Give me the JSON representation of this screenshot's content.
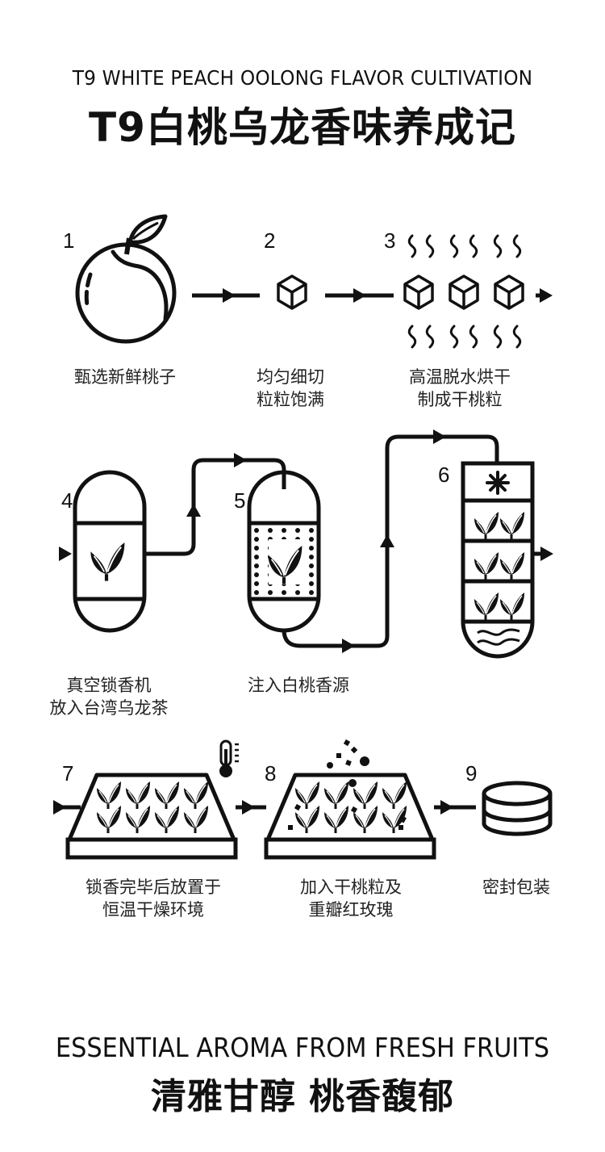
{
  "header": {
    "subtitle_en": "T9 WHITE PEACH OOLONG FLAVOR CULTIVATION",
    "title_zh": "T9白桃乌龙香味养成记"
  },
  "steps": [
    {
      "number": "1",
      "caption_line1": "甄选新鲜桃子",
      "caption_line2": "",
      "icon": "peach-icon"
    },
    {
      "number": "2",
      "caption_line1": "均匀细切",
      "caption_line2": "粒粒饱满",
      "icon": "cube-icon"
    },
    {
      "number": "3",
      "caption_line1": "高温脱水烘干",
      "caption_line2": "制成干桃粒",
      "icon": "drying-cubes-icon"
    },
    {
      "number": "4",
      "caption_line1": "真空锁香机",
      "caption_line2": "放入台湾乌龙茶",
      "icon": "vacuum-tank-icon"
    },
    {
      "number": "5",
      "caption_line1": "注入白桃香源",
      "caption_line2": "",
      "icon": "infusion-tank-icon"
    },
    {
      "number": "6",
      "caption_line1": "",
      "caption_line2": "",
      "icon": "layered-column-icon"
    },
    {
      "number": "7",
      "caption_line1": "锁香完毕后放置于",
      "caption_line2": "恒温干燥环境",
      "icon": "drying-tray-icon"
    },
    {
      "number": "8",
      "caption_line1": "加入干桃粒及",
      "caption_line2": "重瓣红玫瑰",
      "icon": "mixing-tray-icon"
    },
    {
      "number": "9",
      "caption_line1": "密封包装",
      "caption_line2": "",
      "icon": "sealed-package-icon"
    }
  ],
  "footer": {
    "tagline_en": "ESSENTIAL AROMA FROM FRESH FRUITS",
    "tagline_zh": "清雅甘醇 桃香馥郁"
  },
  "colors": {
    "ink": "#111111",
    "background": "#ffffff"
  }
}
